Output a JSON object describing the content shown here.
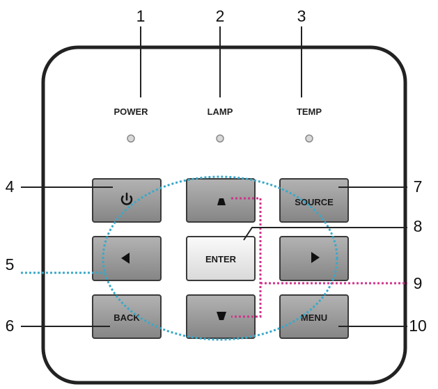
{
  "indicators": [
    {
      "label": "POWER"
    },
    {
      "label": "LAMP"
    },
    {
      "label": "TEMP"
    }
  ],
  "buttons": {
    "enter": "ENTER",
    "source": "SOURCE",
    "back": "BACK",
    "menu": "MENU"
  },
  "callouts": [
    "1",
    "2",
    "3",
    "4",
    "5",
    "6",
    "7",
    "8",
    "9",
    "10"
  ],
  "colors": {
    "panel_border": "#222222",
    "gray_button": "#9a9a9a",
    "light_button": "#ececec",
    "highlight_dotted": "#3aa8c8",
    "magenta_dotted": "#d0338a"
  }
}
